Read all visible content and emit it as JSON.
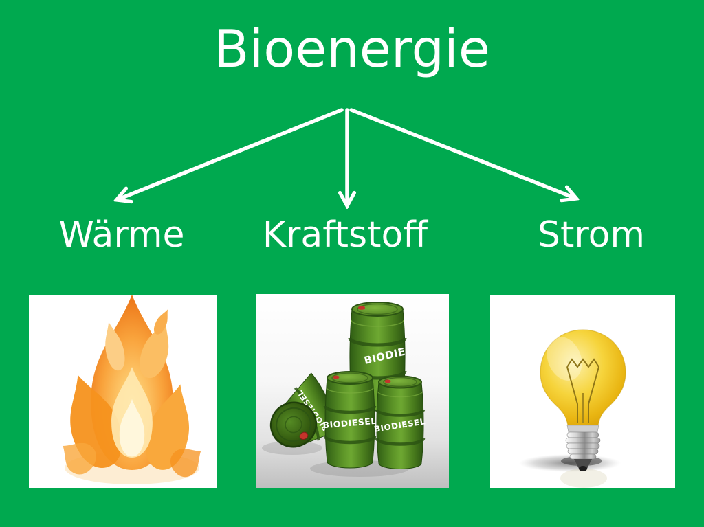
{
  "slide": {
    "title": "Bioenergie",
    "colors": {
      "background": "#00A94F",
      "title_text": "#FFFFFF",
      "label_text": "#FFFFFF",
      "arrow": "#FFFFFF",
      "barrel_green": "#4E7F1F",
      "flame_orange": "#F58220",
      "bulb_yellow": "#F2C511"
    },
    "branches": [
      {
        "label": "Wärme",
        "image": "flame-photo"
      },
      {
        "label": "Kraftstoff",
        "image": "biodiesel-barrels-photo"
      },
      {
        "label": "Strom",
        "image": "light-bulb-photo"
      }
    ],
    "barrel_label": "BIODIESEL"
  }
}
